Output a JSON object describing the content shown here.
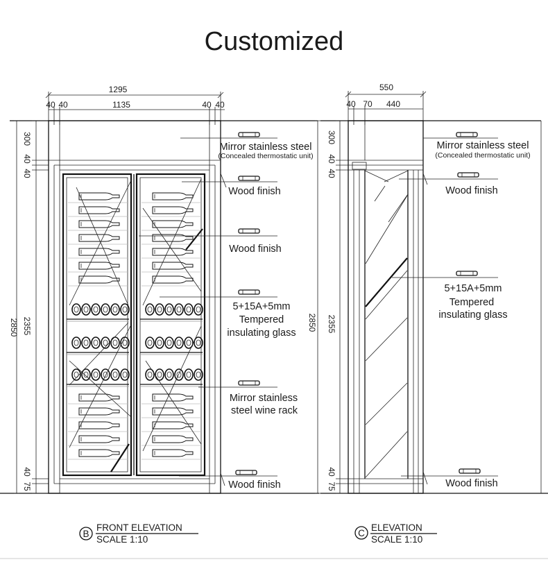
{
  "title": "Customized",
  "front": {
    "dim_top_overall": "1295",
    "dim_top_segments": [
      "40",
      "40",
      "1135",
      "40",
      "40"
    ],
    "dim_left_segments": [
      "300",
      "40",
      "40",
      "2355",
      "40",
      "75"
    ],
    "dim_left_overall": "2850",
    "dim_right_overall": "2850",
    "callouts": [
      {
        "line1": "Mirror stainless steel",
        "line2": "(Concealed thermostatic unit)"
      },
      {
        "line1": "Wood finish"
      },
      {
        "line1": "Wood finish"
      },
      {
        "line1": "5+15A+5mm",
        "line2": "Tempered",
        "line3": "insulating glass"
      },
      {
        "line1": "Mirror stainless",
        "line2": "steel wine rack"
      },
      {
        "line1": "Wood finish"
      }
    ],
    "caption_marker": "B",
    "caption_title": "FRONT ELEVATION",
    "caption_scale": "SCALE 1:10"
  },
  "side": {
    "dim_top_overall": "550",
    "dim_top_segments": [
      "40",
      "70",
      "440"
    ],
    "dim_left_segments": [
      "300",
      "40",
      "40",
      "2355",
      "40",
      "75"
    ],
    "callouts": [
      {
        "line1": "Mirror stainless steel",
        "line2": "(Concealed thermostatic unit)"
      },
      {
        "line1": "Wood finish"
      },
      {
        "line1": "5+15A+5mm",
        "line2": "Tempered",
        "line3": "insulating glass"
      },
      {
        "line1": "Wood finish"
      }
    ],
    "caption_marker": "C",
    "caption_title": "ELEVATION",
    "caption_scale": "SCALE 1:10"
  }
}
